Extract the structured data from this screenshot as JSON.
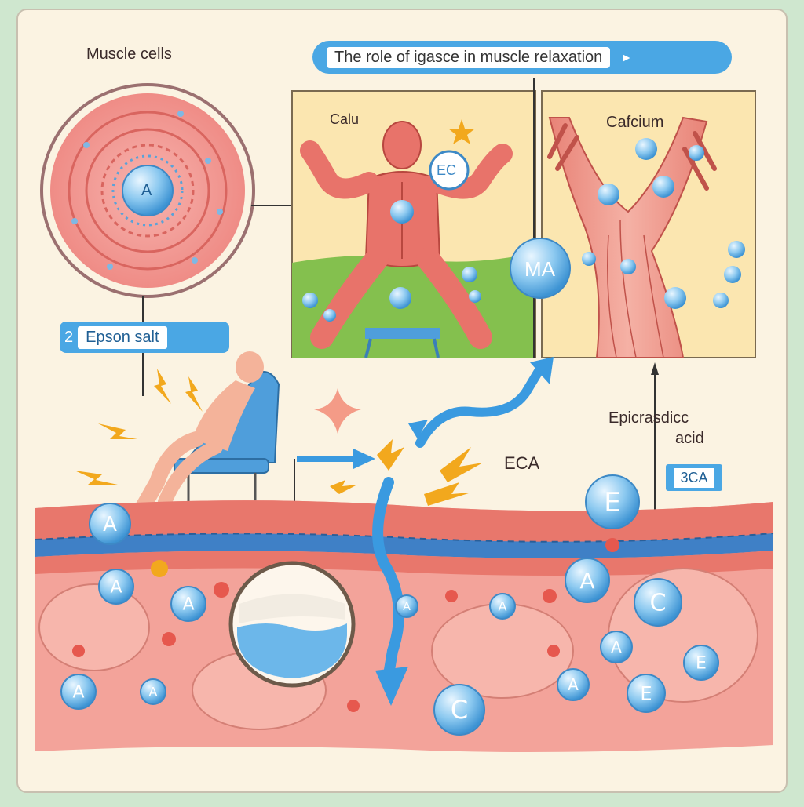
{
  "labels": {
    "muscle_cells": "Muscle cells",
    "banner": "The role of igasce in muscle relaxation",
    "calu": "Calu",
    "calcium": "Cafcium",
    "epsom": "Epson salt",
    "epsom_num": "2",
    "eca": "ECA",
    "epic_line1": "Epicrasdicc",
    "epic_line2": "acid",
    "tag_3ca": "3CA"
  },
  "bubbles": {
    "ec": "EC",
    "ma": "MA",
    "cell_center": "A",
    "tissue": [
      "A",
      "A",
      "A",
      "A",
      "A",
      "E",
      "A",
      "C",
      "A",
      "C",
      "E",
      "A",
      "A",
      "E",
      "A"
    ]
  },
  "colors": {
    "paper": "#fbf3e2",
    "frame": "#c8c0b0",
    "banner": "#4aa7e4",
    "muscle": "#e8736a",
    "muscle_light": "#f2a79c",
    "tissue": "#f3a39a",
    "bubble": "#6cb7ea",
    "arrow": "#3a9ae0",
    "spark": "#f2a81d",
    "grass": "#84c04e",
    "sky": "#fbe6b0"
  },
  "icons": [
    "muscle-cell-icon",
    "flexing-figure-icon",
    "fiber-branch-icon",
    "reclining-person-icon",
    "chair-icon",
    "spark-icon",
    "star-icon",
    "arrow-icon",
    "water-bowl-icon",
    "diamond-icon"
  ]
}
